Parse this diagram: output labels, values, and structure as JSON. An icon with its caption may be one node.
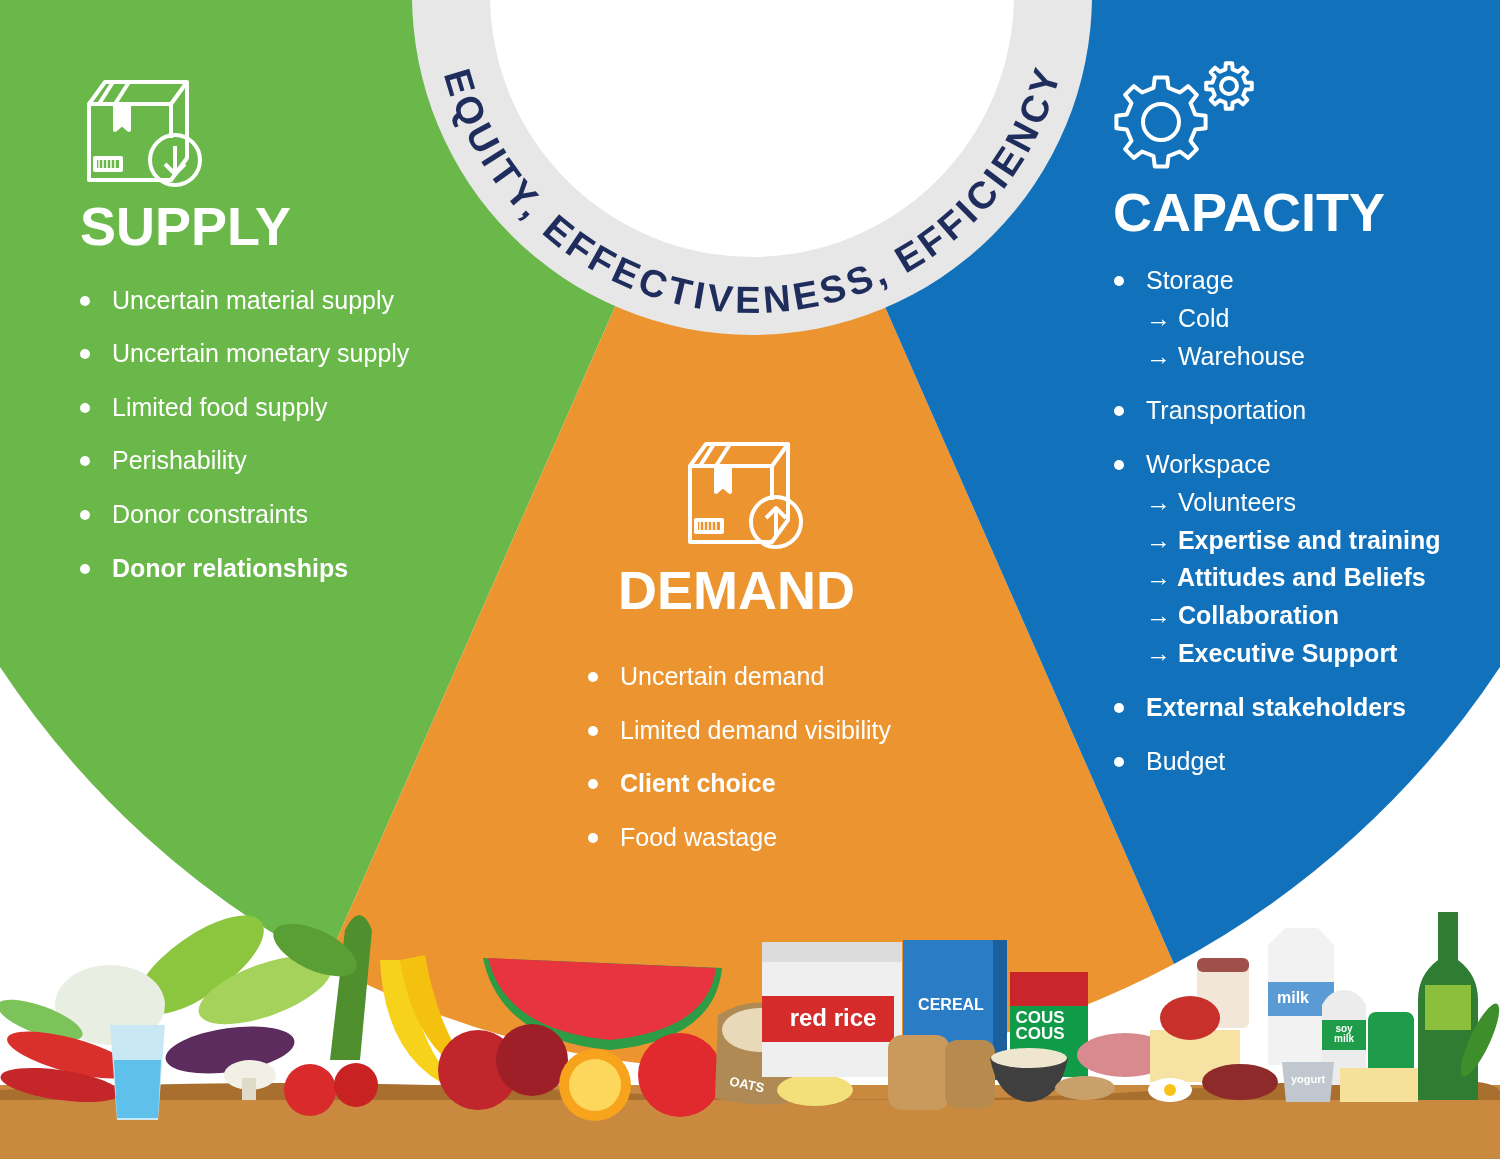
{
  "diagram": {
    "nodes": [
      {
        "text": [
          "EQUITY, EFFECTIVENESS, EFFICIENCY"
        ]
      },
      {
        "text": [
          "SUPPLY",
          "Uncertain material supply",
          "Uncertain monetary supply",
          "Limited food supply",
          "Perishability",
          "Donor constraints",
          "Donor relationships"
        ]
      },
      {
        "text": [
          "DEMAND",
          "Uncertain demand",
          "Limited demand visibility",
          "Client choice",
          "Food wastage"
        ]
      },
      {
        "text": [
          "CAPACITY",
          "Storage",
          "→ Cold",
          "→ Warehouse",
          "Transportation",
          "Workspace",
          "→ Volunteers",
          "→ Expertise and training",
          "→ Attitudes and Beliefs",
          "→ Collaboration",
          "→ Executive Support",
          "External stakeholders",
          "Budget"
        ]
      }
    ],
    "labels": [
      "OATS",
      "red rice",
      "CEREAL",
      "COUS COUS",
      "milk",
      "soy milk",
      "yogurt"
    ]
  }
}
